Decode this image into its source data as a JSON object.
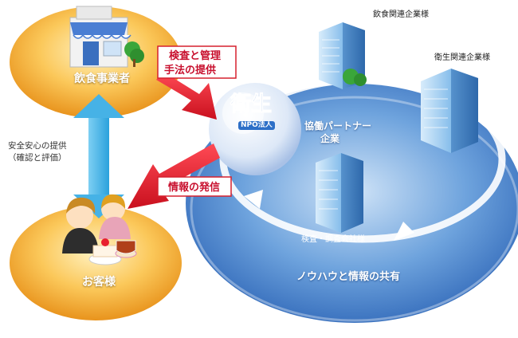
{
  "labels": {
    "restaurant": "飲食事業者",
    "customer": "お客様",
    "safety_line1": "安全安心の提供",
    "safety_line2": "（確認と評価）",
    "partners_line1": "協働パートナー",
    "partners_line2": "企業",
    "sharing": "ノウハウと情報の共有",
    "food_companies": "飲食関連企業様",
    "hygiene_companies": "衛生関連企業様",
    "inspection_companies": "検査・調査会社様",
    "inspection_callout_line1": "検査と管理",
    "inspection_callout_line2": "手法の提供",
    "info_callout": "情報の発信",
    "npo_logo_main": "衛生",
    "npo_logo_sub": "NPO法人"
  },
  "colors": {
    "orange_disc": "#f5a623",
    "blue_disc": "#3a7fd0",
    "arrow_red": "#e8202f",
    "arrow_blue": "#3aa8e0",
    "callout_border": "#d6202e"
  },
  "icons": {
    "restaurant": "shop-with-trees-icon",
    "customer": "customers-with-cake-and-tea-icon",
    "companies": "office-building-icon"
  }
}
